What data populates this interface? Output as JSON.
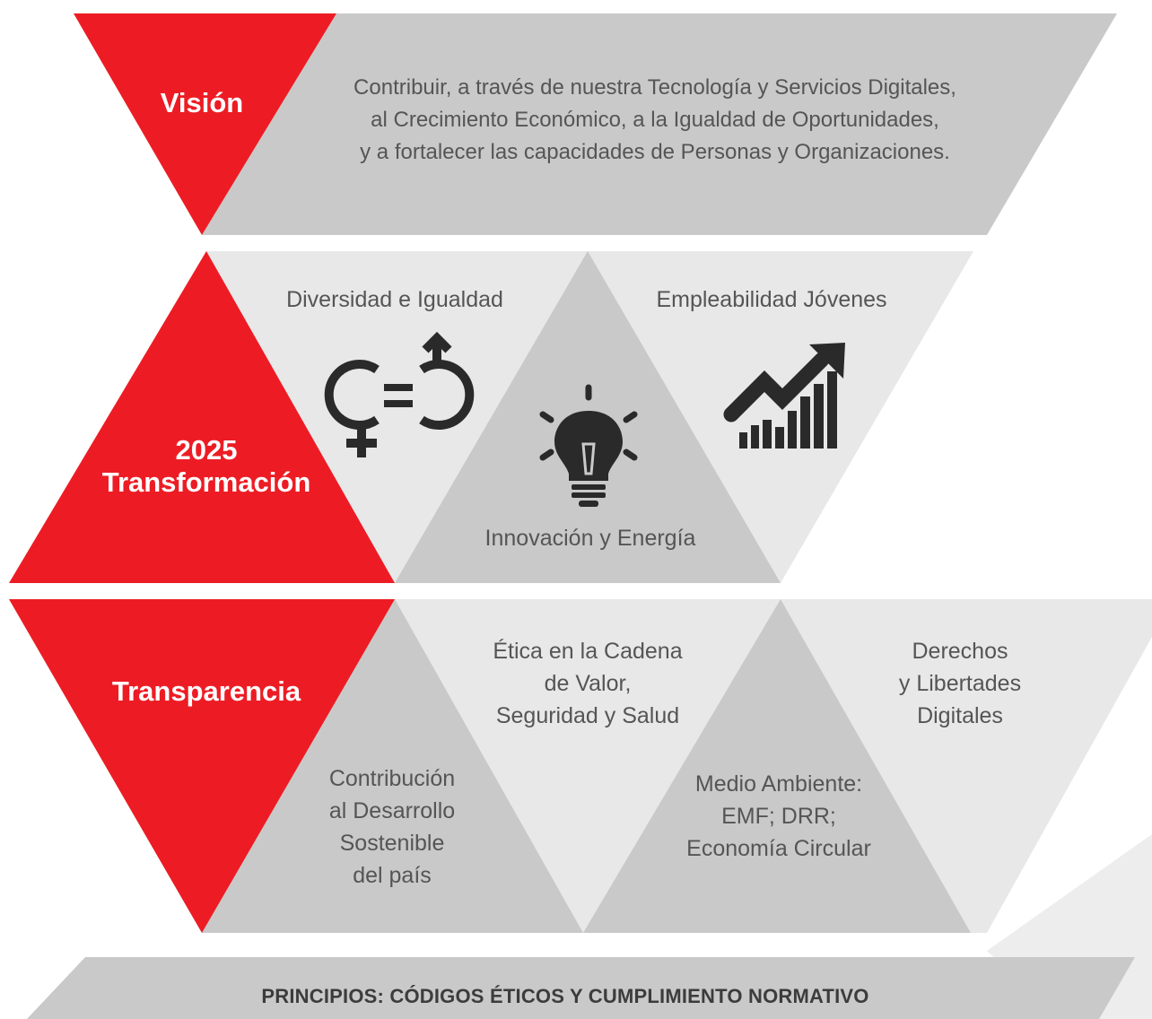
{
  "colors": {
    "red": "#ED1C24",
    "gray_dark": "#C9C9C9",
    "gray_light": "#E8E8E9",
    "text": "#555555",
    "icon": "#2a2a2a"
  },
  "vision": {
    "title": "Visión",
    "lines": [
      "Contribuir, a través de nuestra Tecnología y Servicios Digitales,",
      "al Crecimiento Económico, a la Igualdad de Oportunidades,",
      "y a fortalecer las capacidades de Personas y Organizaciones."
    ]
  },
  "transformation": {
    "title_line1": "2025",
    "title_line2": "Transformación",
    "pillars": [
      {
        "label": "Diversidad e Igualdad",
        "icon": "gender-equality-icon"
      },
      {
        "label": "Innovación y Energía",
        "icon": "lightbulb-icon"
      },
      {
        "label": "Empleabilidad Jóvenes",
        "icon": "growth-chart-icon"
      }
    ]
  },
  "transparency": {
    "title": "Transparencia",
    "items": [
      {
        "lines": [
          "Contribución",
          "al Desarrollo",
          "Sostenible",
          "del país"
        ]
      },
      {
        "lines": [
          "Ética en la Cadena",
          "de Valor,",
          "Seguridad y Salud"
        ]
      },
      {
        "lines": [
          "Medio Ambiente:",
          "EMF; DRR;",
          "Economía Circular"
        ]
      },
      {
        "lines": [
          "Derechos",
          "y Libertades",
          "Digitales"
        ]
      }
    ]
  },
  "principles": {
    "label": "PRINCIPIOS: CÓDIGOS ÉTICOS Y CUMPLIMIENTO NORMATIVO"
  }
}
